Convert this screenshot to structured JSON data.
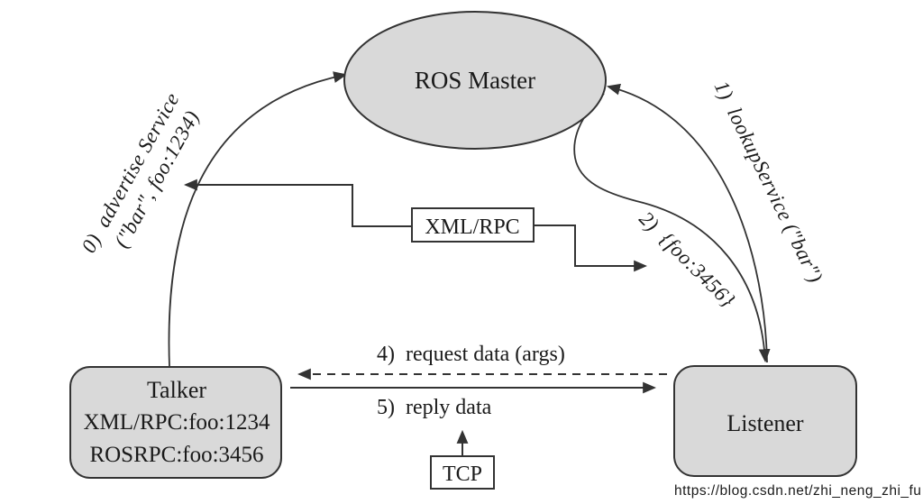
{
  "diagram": {
    "title_node": {
      "label": "ROS Master"
    },
    "talker": {
      "title": "Talker",
      "line2": "XML/RPC:foo:1234",
      "line3": "ROSRPC:foo:3456"
    },
    "listener": {
      "label": "Listener"
    },
    "protocol_boxes": {
      "xmlrpc": "XML/RPC",
      "tcp": "TCP"
    },
    "edges": {
      "advertise_line1": "0)  advertise Service",
      "advertise_line2": "(\"bar\", foo:1234)",
      "lookup": "1)  lookupService (\"bar\")",
      "response": "2)  {foo:3456}",
      "request": "4)  request data (args)",
      "reply": "5)  reply data"
    },
    "colors": {
      "node_fill": "#d9d9d9",
      "box_fill": "#ffffff",
      "stroke": "#333333",
      "text": "#1a1a1a",
      "watermark": "#d3d9e2"
    },
    "watermark": "https://blog.csdn.net/zhi_neng_zhi_fu"
  }
}
